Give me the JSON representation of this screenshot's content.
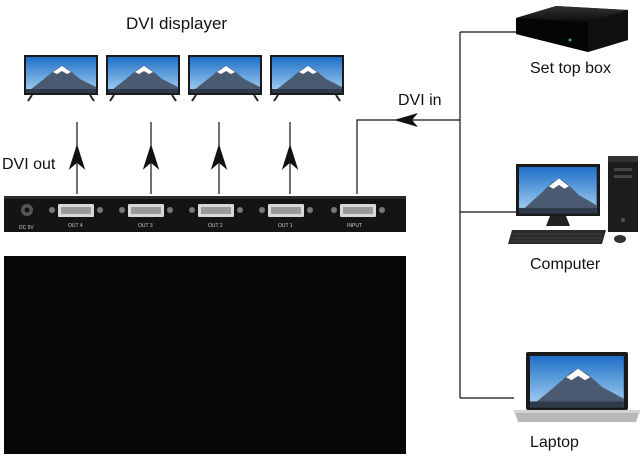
{
  "labels": {
    "displays_title": "DVI displayer",
    "dvi_out": "DVI out",
    "dvi_in": "DVI in",
    "set_top_box": "Set top box",
    "computer": "Computer",
    "laptop": "Laptop"
  },
  "splitter": {
    "power_label": "DC 5V",
    "ports": [
      "OUT 4",
      "OUT 3",
      "OUT 2",
      "OUT 1",
      "INPUT"
    ]
  },
  "colors": {
    "device_body": "#141414",
    "panel_front": "#070707",
    "line": "#1a1a1a",
    "sky_top": "#1f6fc8",
    "sky_bottom": "#a9d4f2",
    "mountain": "#4a5a70",
    "snow": "#ffffff"
  },
  "icons": [
    "monitor-icon",
    "set-top-box-icon",
    "desktop-computer-icon",
    "laptop-icon",
    "dvi-port-icon",
    "arrow-up-icon",
    "arrow-left-icon"
  ]
}
